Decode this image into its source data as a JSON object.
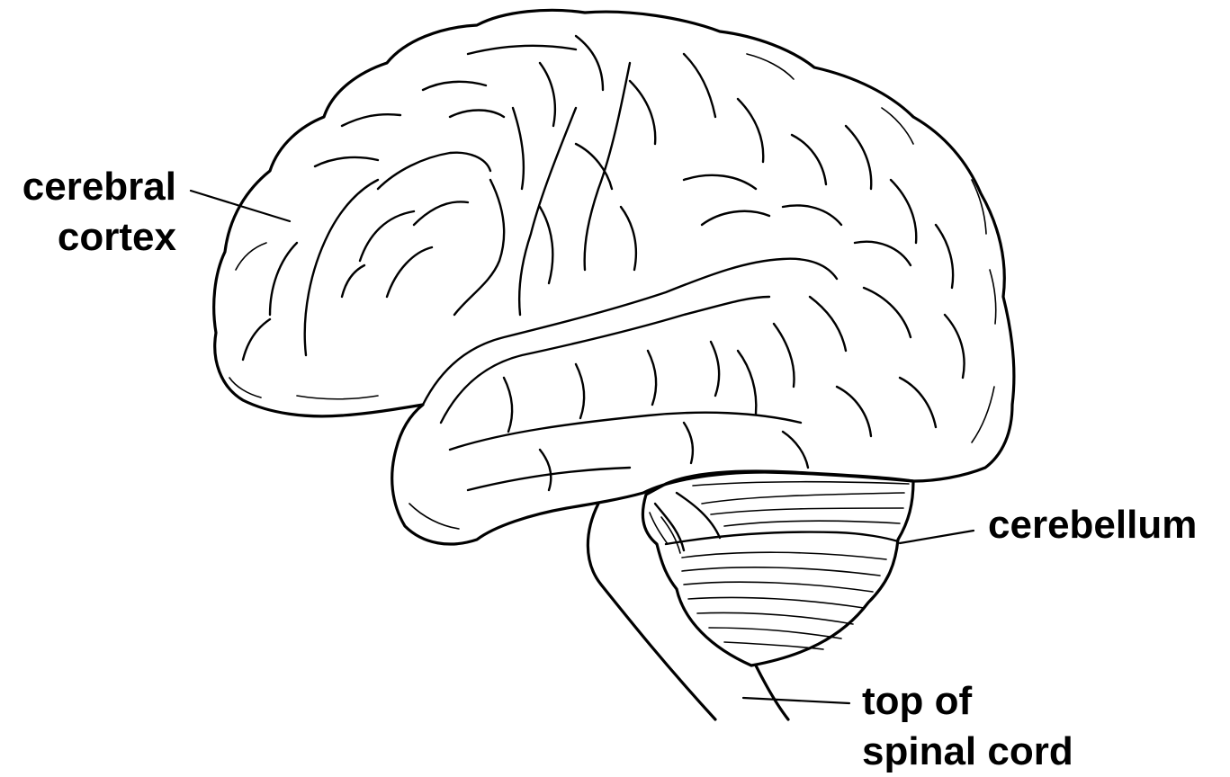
{
  "labels": {
    "cerebral_cortex": [
      "cerebral",
      "cortex"
    ],
    "cerebellum": "cerebellum",
    "spinal_cord": [
      "top of",
      "spinal cord"
    ]
  },
  "colors": {
    "outline": "#000000",
    "cerebrum_fill": "#ffffff",
    "cerebellum_fill": "#d3d3d3",
    "background": "#ffffff"
  }
}
